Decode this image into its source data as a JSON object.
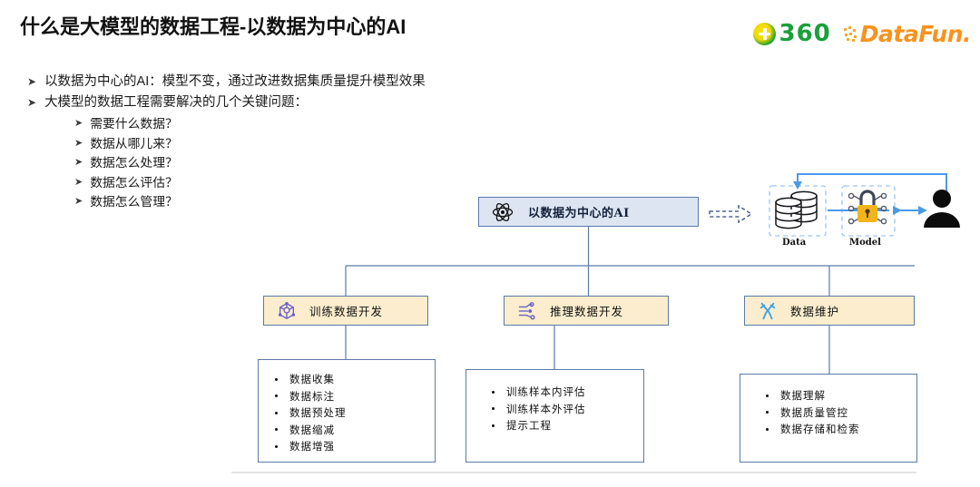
{
  "slide": {
    "title": "什么是大模型的数据工程-以数据为中心的AI",
    "bullets": [
      {
        "marker": "➤",
        "text": "以数据为中心的AI：模型不变，通过改进数据集质量提升模型效果",
        "level": 1
      },
      {
        "marker": "➤",
        "text": "大模型的数据工程需要解决的几个关键问题：",
        "level": 1
      },
      {
        "marker": "➤",
        "text": "需要什么数据？",
        "level": 2
      },
      {
        "marker": "➤",
        "text": "数据从哪儿来？",
        "level": 2
      },
      {
        "marker": "➤",
        "text": "数据怎么处理？",
        "level": 2
      },
      {
        "marker": "➤",
        "text": "数据怎么评估？",
        "level": 2
      },
      {
        "marker": "➤",
        "text": "数据怎么管理？",
        "level": 2
      }
    ]
  },
  "logos": {
    "brand_360": {
      "name": "360",
      "text": "360",
      "color": "#1aa03a",
      "badge_color": "#f2d908"
    },
    "brand_datafun": {
      "name": "DataFun.",
      "text": "DataFun.",
      "color": "#f7931e"
    }
  },
  "diagram": {
    "center": {
      "label": "以数据为中心的AI",
      "icon": "atom-icon",
      "fill": "#dde5f2",
      "stroke": "#5b7aa8"
    },
    "pipeline": {
      "lead_arrow": "dashed-arrow-right",
      "stages": [
        {
          "label": "Data",
          "icon": "database-icon"
        },
        {
          "label": "Model",
          "icon": "lock-model-icon"
        },
        {
          "label": "",
          "icon": "user-icon"
        }
      ],
      "feedback": "feedback-arrow",
      "accent": "#4a9ae8"
    },
    "categories": [
      {
        "label": "训练数据开发",
        "icon": "network-node-icon",
        "fill": "#fbedcd",
        "stroke": "#5b7aa8",
        "items": [
          "数据收集",
          "数据标注",
          "数据预处理",
          "数据缩减",
          "数据增强"
        ]
      },
      {
        "label": "推理数据开发",
        "icon": "dataflow-icon",
        "fill": "#fbedcd",
        "stroke": "#5b7aa8",
        "items": [
          "训练样本内评估",
          "训练样本外评估",
          "提示工程"
        ]
      },
      {
        "label": "数据维护",
        "icon": "tools-icon",
        "fill": "#fbedcd",
        "stroke": "#5b7aa8",
        "items": [
          "数据理解",
          "数据质量管控",
          "数据存储和检索"
        ]
      }
    ]
  }
}
